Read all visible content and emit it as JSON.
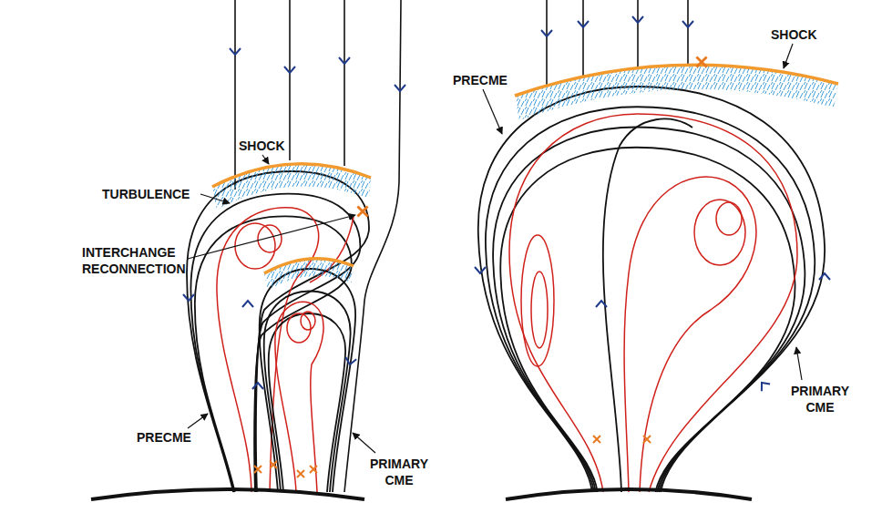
{
  "diagram": {
    "labels": [
      "SHOCK",
      "TURBULENCE",
      "INTERCHANGE RECONNECTION",
      "PRECME",
      "PRIMARY CME",
      "PRECME",
      "SHOCK",
      "PRIMARY CME"
    ]
  }
}
